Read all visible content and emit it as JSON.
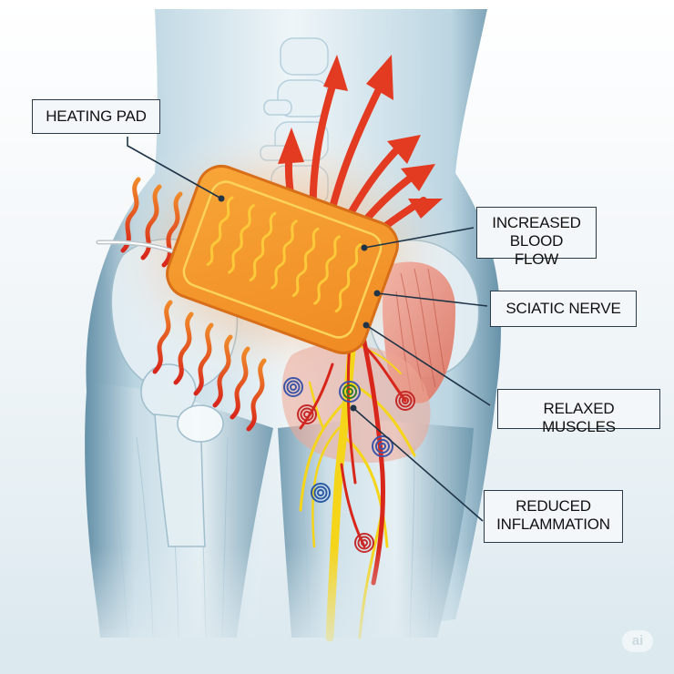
{
  "diagram": {
    "subject": "Heating pad applied to lower back / buttock for sciatic pain relief",
    "callouts": [
      {
        "id": "heating-pad",
        "lines": [
          "HEATING PAD"
        ],
        "target": "heating pad"
      },
      {
        "id": "increased-blood-flow",
        "lines": [
          "INCREASED",
          "BLOOD FLOW"
        ],
        "target": "red arrows / vessels"
      },
      {
        "id": "sciatic-nerve",
        "lines": [
          "SCIATIC NERVE"
        ],
        "target": "sciatic nerve"
      },
      {
        "id": "relaxed-muscles",
        "lines": [
          "RELAXED MUSCLES"
        ],
        "target": "gluteal muscles"
      },
      {
        "id": "reduced-inflammation",
        "lines": [
          "REDUCED",
          "INFLAMMATION"
        ],
        "target": "spiral inflammation markers"
      }
    ],
    "watermark": "ai",
    "colors": {
      "background": "#eef4f7",
      "body": "#d6e6ee",
      "body_edge": "#6e97ad",
      "pad": "#f39a2c",
      "pad_edge": "#d9701a",
      "pad_wave": "#ffd35a",
      "heat_red": "#e2361f",
      "nerve_yellow": "#f7d91a",
      "muscle": "#e58a7a",
      "leader_line": "#1f3447",
      "label_border": "#2b3a48"
    }
  }
}
